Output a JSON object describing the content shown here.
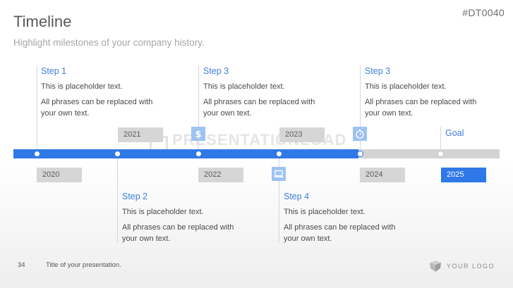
{
  "header": {
    "title": "Timeline",
    "subtitle": "Highlight milestones of your company history.",
    "code": "#DT0040"
  },
  "steps_top": [
    {
      "title": "Step 1",
      "line1": "This is placeholder text.",
      "line2": "All phrases can be replaced with your own text."
    },
    {
      "title": "Step 3",
      "line1": "This is placeholder text.",
      "line2": "All phrases can be replaced with your own text."
    },
    {
      "title": "Step 3",
      "line1": "This is placeholder text.",
      "line2": "All phrases can be replaced with your own text."
    }
  ],
  "steps_bottom": [
    {
      "title": "Step 2",
      "line1": "This is placeholder text.",
      "line2": "All phrases can be replaced with your own text."
    },
    {
      "title": "Step 4",
      "line1": "This is placeholder text.",
      "line2": "All phrases can be replaced with your own text."
    }
  ],
  "years": {
    "y2020": "2020",
    "y2021": "2021",
    "y2022": "2022",
    "y2023": "2023",
    "y2024": "2024",
    "y2025": "2025"
  },
  "goal_label": "Goal",
  "timeline_progress_percent": 71,
  "watermark": "PRESENTATIONLOAD",
  "footer": {
    "page_number": "34",
    "text": "Title of your presentation.",
    "logo_text": "YOUR LOGO"
  },
  "icons": [
    "dollar-icon",
    "laptop-icon",
    "stopwatch-icon",
    "logo-icon"
  ],
  "colors": {
    "accent": "#2f78e8",
    "accent_light": "#9ec2f1",
    "step_title": "#3c7fd8",
    "year_box": "#d6d6d6",
    "track": "#d3d3d3"
  }
}
